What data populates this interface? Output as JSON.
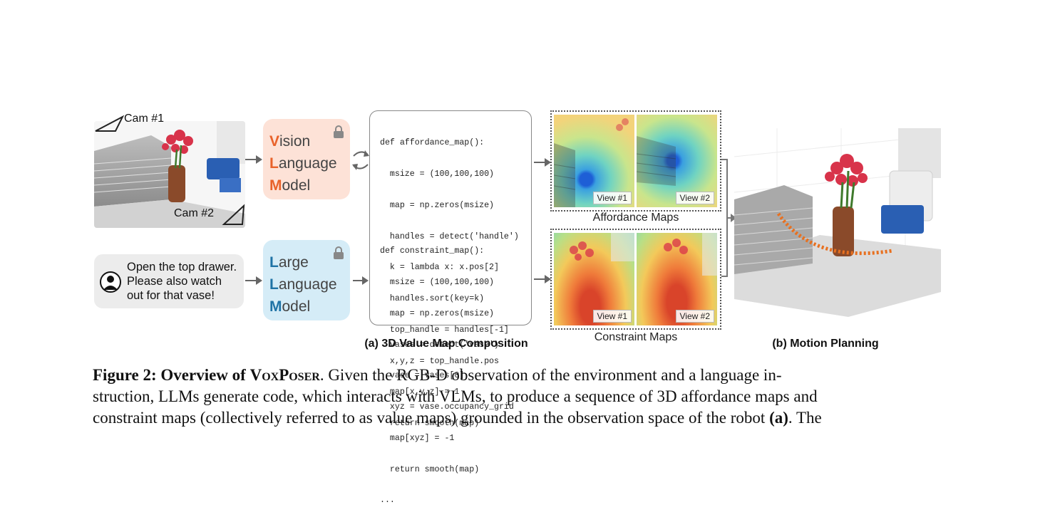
{
  "inputs": {
    "cam1_label": "Cam #1",
    "cam2_label": "Cam #2",
    "instruction_lines": [
      "Open the top drawer.",
      "Please also watch",
      "out for that vase!"
    ],
    "user_icon": "user-icon"
  },
  "vlm": {
    "lines": [
      {
        "first": "V",
        "rest": "ision"
      },
      {
        "first": "L",
        "rest": "anguage"
      },
      {
        "first": "M",
        "rest": "odel"
      }
    ],
    "accent": "#e8622a",
    "bg": "#fde2d7",
    "icon": "lock-icon"
  },
  "llm": {
    "lines": [
      {
        "first": "L",
        "rest": "arge"
      },
      {
        "first": "L",
        "rest": "anguage"
      },
      {
        "first": "M",
        "rest": "odel"
      }
    ],
    "accent": "#1f73a6",
    "bg": "#d5ecf7",
    "icon": "lock-icon"
  },
  "code": {
    "affordance": [
      "def affordance_map():",
      "  msize = (100,100,100)",
      "  map = np.zeros(msize)",
      "  handles = detect('handle')",
      "  k = lambda x: x.pos[2]",
      "  handles.sort(key=k)",
      "  top_handle = handles[-1]",
      "  x,y,z = top_handle.pos",
      "  map[x,y,z] = 1",
      "  return smooth(map)"
    ],
    "constraint": [
      "def constraint_map():",
      "  msize = (100,100,100)",
      "  map = np.zeros(msize)",
      "  vases = detect('vase')",
      "  vase = vases[0]",
      "  xyz = vase.occupancy_grid",
      "  map[xyz] = -1",
      "  return smooth(map)",
      "..."
    ]
  },
  "maps": {
    "affordance_title": "Affordance Maps",
    "constraint_title": "Constraint Maps",
    "view1": "View #1",
    "view2": "View #2"
  },
  "captions": {
    "a": "(a) 3D Value Map Composition",
    "b": "(b) Motion Planning"
  },
  "figure_caption": {
    "label": "Figure 2: Overview of",
    "name": "VoxPoser",
    "line1_rest": ". Given the RGB-D observation of the environment and a language in-",
    "line2": "struction, LLMs generate code, which interacts with VLMs, to produce a sequence of 3D affordance maps and",
    "line3_pre": "constraint maps (collectively referred to as value maps) grounded in the observation space of the robot",
    "line3_bold": "(a)",
    "line3_post": ". The"
  }
}
